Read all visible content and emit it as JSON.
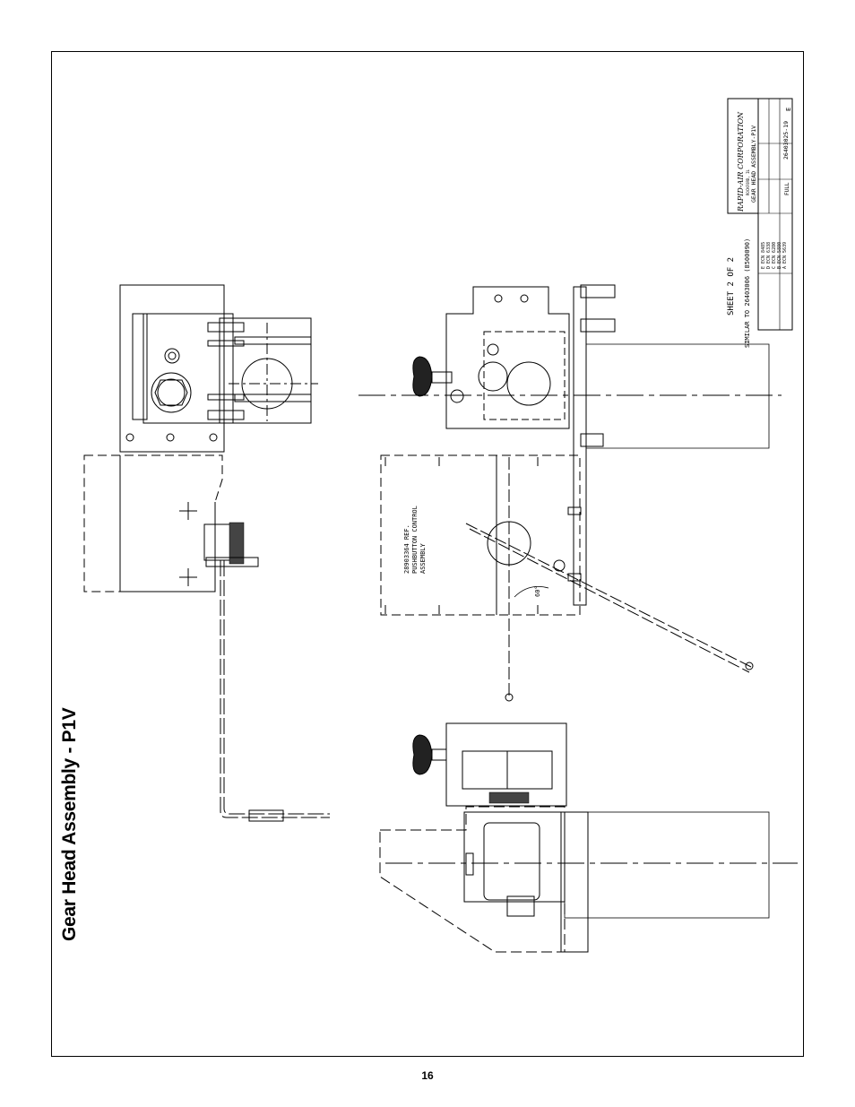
{
  "page": {
    "title": "Gear Head Assembly - P1V",
    "page_number": "16"
  },
  "drawing": {
    "sheet_label": "SHEET 2 OF 2",
    "similar_to": "SIMILAR TO 26403006 (8500090)",
    "callout_lines": [
      "28903364 REF.",
      "PUSHBUTTON CONTROL",
      "ASSEMBLY"
    ],
    "angle_label": "60°",
    "title_block": {
      "company": "RAPID-AIR CORPORATION",
      "location": "ROCKFORD, IL",
      "drawing_title": "GEAR HEAD ASSEMBLY-P1V",
      "drawing_number": "26403025-19",
      "revision": "E",
      "scale": "FULL",
      "revisions": [
        "E  ECN 8485",
        "D  ECN 6338",
        "C  ECN 6280",
        "B  ECN 5880",
        "A  ECN 5639"
      ]
    }
  }
}
